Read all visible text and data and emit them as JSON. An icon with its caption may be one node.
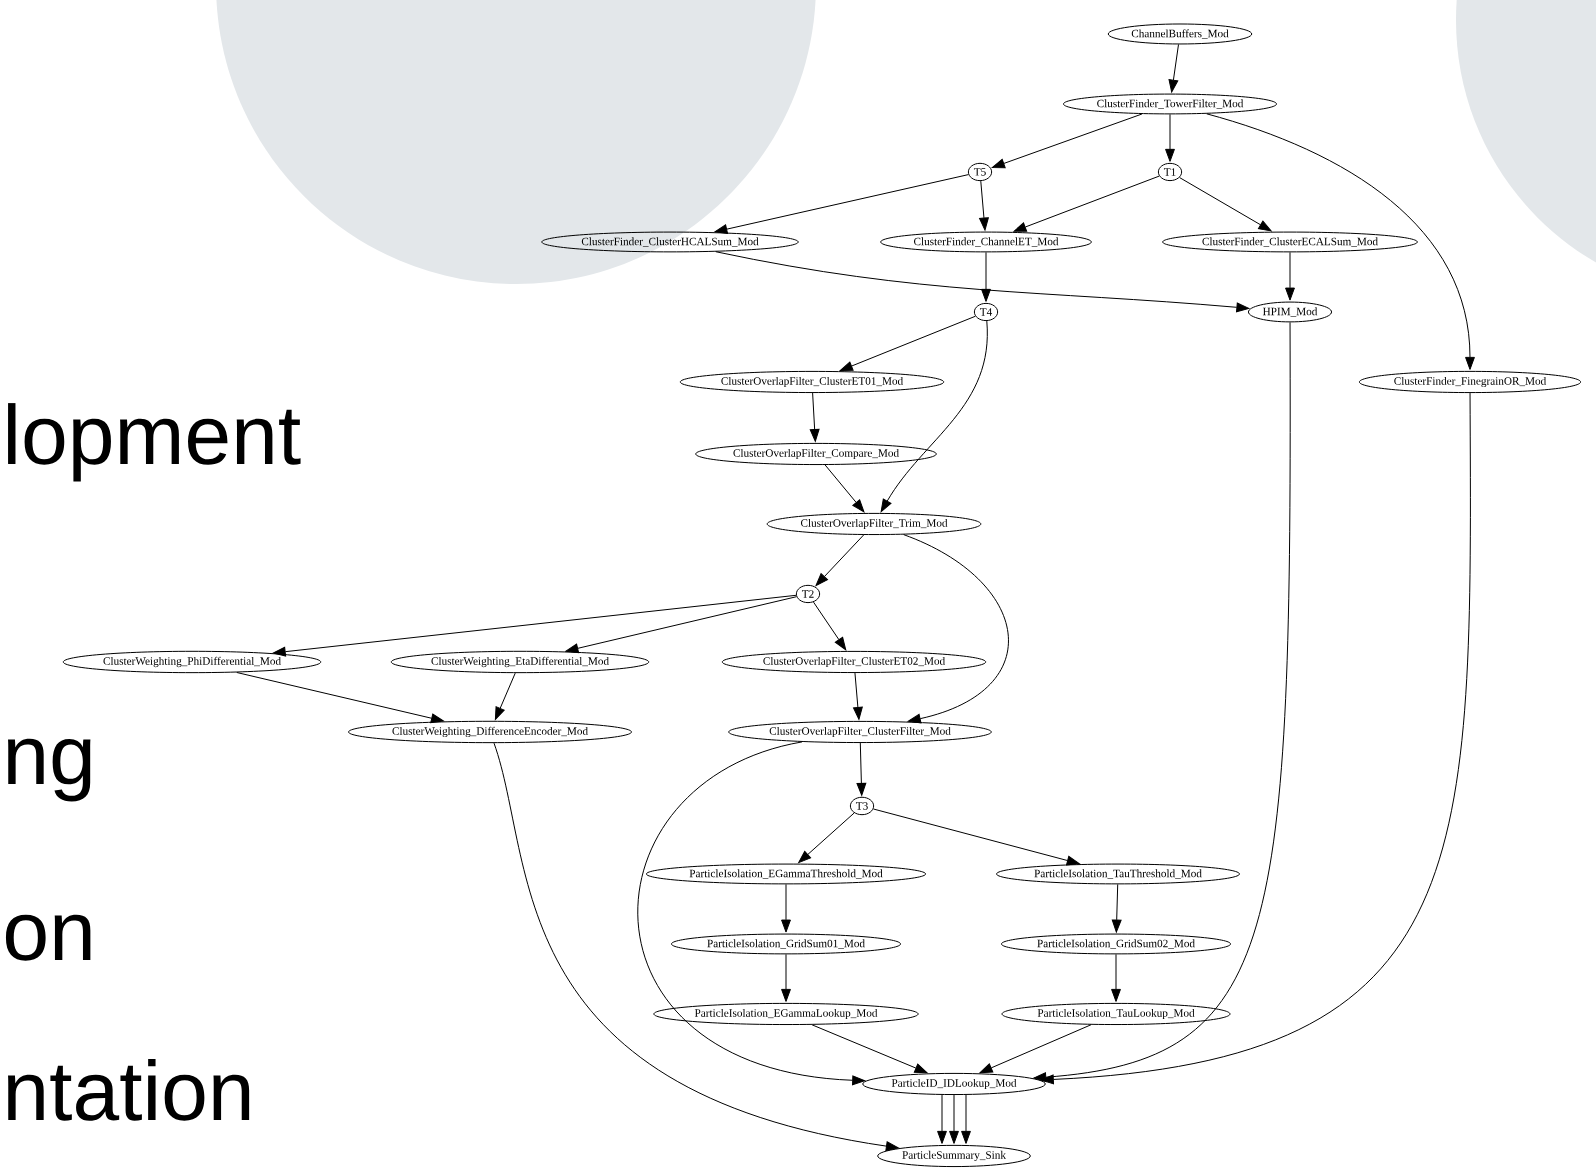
{
  "diagram": {
    "nodes": [
      {
        "text": [
          "ChannelBuffers_Mod"
        ]
      },
      {
        "text": [
          "ClusterFinder_TowerFilter_Mod"
        ]
      },
      {
        "text": [
          "T5"
        ]
      },
      {
        "text": [
          "T1"
        ]
      },
      {
        "text": [
          "ClusterFinder_ClusterHCALSum_Mod"
        ]
      },
      {
        "text": [
          "ClusterFinder_ChannelET_Mod"
        ]
      },
      {
        "text": [
          "ClusterFinder_ClusterECALSum_Mod"
        ]
      },
      {
        "text": [
          "T4"
        ]
      },
      {
        "text": [
          "HPIM_Mod"
        ]
      },
      {
        "text": [
          "ClusterOverlapFilter_ClusterET01_Mod"
        ]
      },
      {
        "text": [
          "ClusterFinder_FinegrainOR_Mod"
        ]
      },
      {
        "text": [
          "ClusterOverlapFilter_Compare_Mod"
        ]
      },
      {
        "text": [
          "ClusterOverlapFilter_Trim_Mod"
        ]
      },
      {
        "text": [
          "T2"
        ]
      },
      {
        "text": [
          "ClusterWeighting_PhiDifferential_Mod"
        ]
      },
      {
        "text": [
          "ClusterWeighting_EtaDifferential_Mod"
        ]
      },
      {
        "text": [
          "ClusterOverlapFilter_ClusterET02_Mod"
        ]
      },
      {
        "text": [
          "ClusterWeighting_DifferenceEncoder_Mod"
        ]
      },
      {
        "text": [
          "ClusterOverlapFilter_ClusterFilter_Mod"
        ]
      },
      {
        "text": [
          "T3"
        ]
      },
      {
        "text": [
          "ParticleIsolation_EGammaThreshold_Mod"
        ]
      },
      {
        "text": [
          "ParticleIsolation_TauThreshold_Mod"
        ]
      },
      {
        "text": [
          "ParticleIsolation_GridSum01_Mod"
        ]
      },
      {
        "text": [
          "ParticleIsolation_GridSum02_Mod"
        ]
      },
      {
        "text": [
          "ParticleIsolation_EGammaLookup_Mod"
        ]
      },
      {
        "text": [
          "ParticleIsolation_TauLookup_Mod"
        ]
      },
      {
        "text": [
          "ParticleID_IDLookup_Mod"
        ]
      },
      {
        "text": [
          "ParticleSummary_Sink"
        ]
      }
    ],
    "edges": [
      {
        "from": 0,
        "to": 1,
        "arrow": "to"
      },
      {
        "from": 1,
        "to": 2,
        "arrow": "to"
      },
      {
        "from": 1,
        "to": 3,
        "arrow": "to"
      },
      {
        "from": 1,
        "to": 10,
        "arrow": "to"
      },
      {
        "from": 2,
        "to": 4,
        "arrow": "to"
      },
      {
        "from": 2,
        "to": 5,
        "arrow": "to"
      },
      {
        "from": 3,
        "to": 5,
        "arrow": "to"
      },
      {
        "from": 3,
        "to": 6,
        "arrow": "to"
      },
      {
        "from": 4,
        "to": 8,
        "arrow": "to"
      },
      {
        "from": 5,
        "to": 7,
        "arrow": "to"
      },
      {
        "from": 6,
        "to": 8,
        "arrow": "to"
      },
      {
        "from": 7,
        "to": 9,
        "arrow": "to"
      },
      {
        "from": 7,
        "to": 12,
        "arrow": "to"
      },
      {
        "from": 9,
        "to": 11,
        "arrow": "to"
      },
      {
        "from": 11,
        "to": 12,
        "arrow": "to"
      },
      {
        "from": 12,
        "to": 13,
        "arrow": "to"
      },
      {
        "from": 12,
        "to": 18,
        "arrow": "to"
      },
      {
        "from": 13,
        "to": 14,
        "arrow": "to"
      },
      {
        "from": 13,
        "to": 15,
        "arrow": "to"
      },
      {
        "from": 13,
        "to": 16,
        "arrow": "to"
      },
      {
        "from": 14,
        "to": 17,
        "arrow": "to"
      },
      {
        "from": 15,
        "to": 17,
        "arrow": "to"
      },
      {
        "from": 16,
        "to": 18,
        "arrow": "to"
      },
      {
        "from": 18,
        "to": 19,
        "arrow": "to"
      },
      {
        "from": 18,
        "to": 26,
        "arrow": "to"
      },
      {
        "from": 17,
        "to": 27,
        "arrow": "to"
      },
      {
        "from": 19,
        "to": 20,
        "arrow": "to"
      },
      {
        "from": 19,
        "to": 21,
        "arrow": "to"
      },
      {
        "from": 20,
        "to": 22,
        "arrow": "to"
      },
      {
        "from": 21,
        "to": 23,
        "arrow": "to"
      },
      {
        "from": 22,
        "to": 24,
        "arrow": "to"
      },
      {
        "from": 23,
        "to": 25,
        "arrow": "to"
      },
      {
        "from": 24,
        "to": 26,
        "arrow": "to"
      },
      {
        "from": 25,
        "to": 26,
        "arrow": "to"
      },
      {
        "from": 8,
        "to": 26,
        "arrow": "to"
      },
      {
        "from": 10,
        "to": 26,
        "arrow": "to"
      },
      {
        "from": 26,
        "to": 27,
        "arrow": "to"
      },
      {
        "from": 26,
        "to": 27,
        "arrow": "to"
      },
      {
        "from": 26,
        "to": 27,
        "arrow": "to"
      }
    ],
    "labels": [
      "lopment",
      "ng",
      "on",
      "ntation"
    ]
  }
}
